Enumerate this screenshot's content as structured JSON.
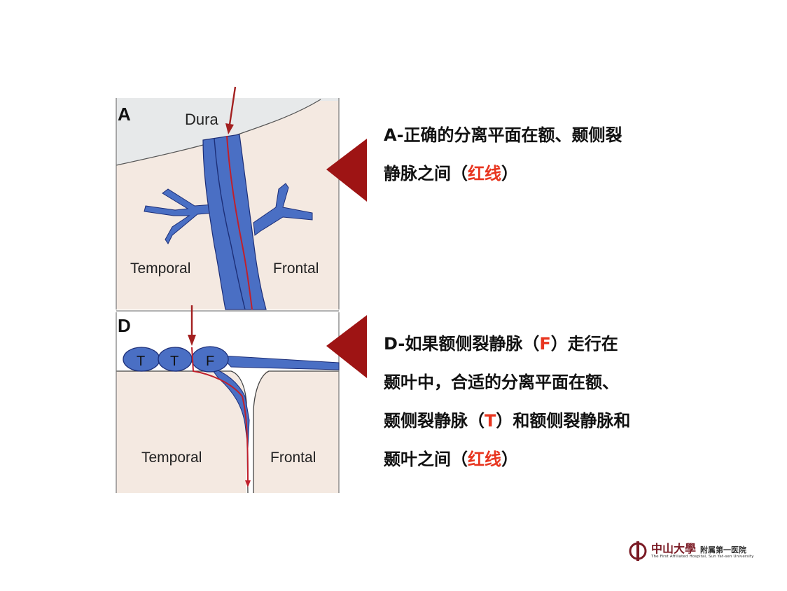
{
  "panel_a": {
    "letter": "A",
    "dura_label": "Dura",
    "temporal_label": "Temporal",
    "frontal_label": "Frontal"
  },
  "panel_d": {
    "letter": "D",
    "vein_labels": [
      "T",
      "T",
      "F"
    ],
    "temporal_label": "Temporal",
    "frontal_label": "Frontal"
  },
  "caption_a": {
    "line1": "A-正确的分离平面在额、颞侧裂",
    "line2_pre": "静脉之间（",
    "line2_red": "红线",
    "line2_post": "）"
  },
  "caption_d": {
    "line1_pre": "D-如果额侧裂静脉（",
    "line1_red": "F",
    "line1_post": "）走行在",
    "line2": "颞叶中，合适的分离平面在额、",
    "line3_pre": "颞侧裂静脉（",
    "line3_red": "T",
    "line3_post": "）和额侧裂静脉和",
    "line4_pre": "颞叶之间（",
    "line4_red": "红线",
    "line4_post": "）"
  },
  "logo": {
    "name_cn": "中山大學",
    "name_sub": "附属第一医院",
    "name_en": "The First Affiliated Hospital, Sun Yat-sen University"
  },
  "colors": {
    "vein_blue": "#4a6fc4",
    "vein_outline": "#1d2f78",
    "tissue": "#f4e9e1",
    "dura": "#e7e9ea",
    "red_line": "#c0202b",
    "pointer_arrow": "#a32020",
    "highlight_text": "#e8351f"
  }
}
